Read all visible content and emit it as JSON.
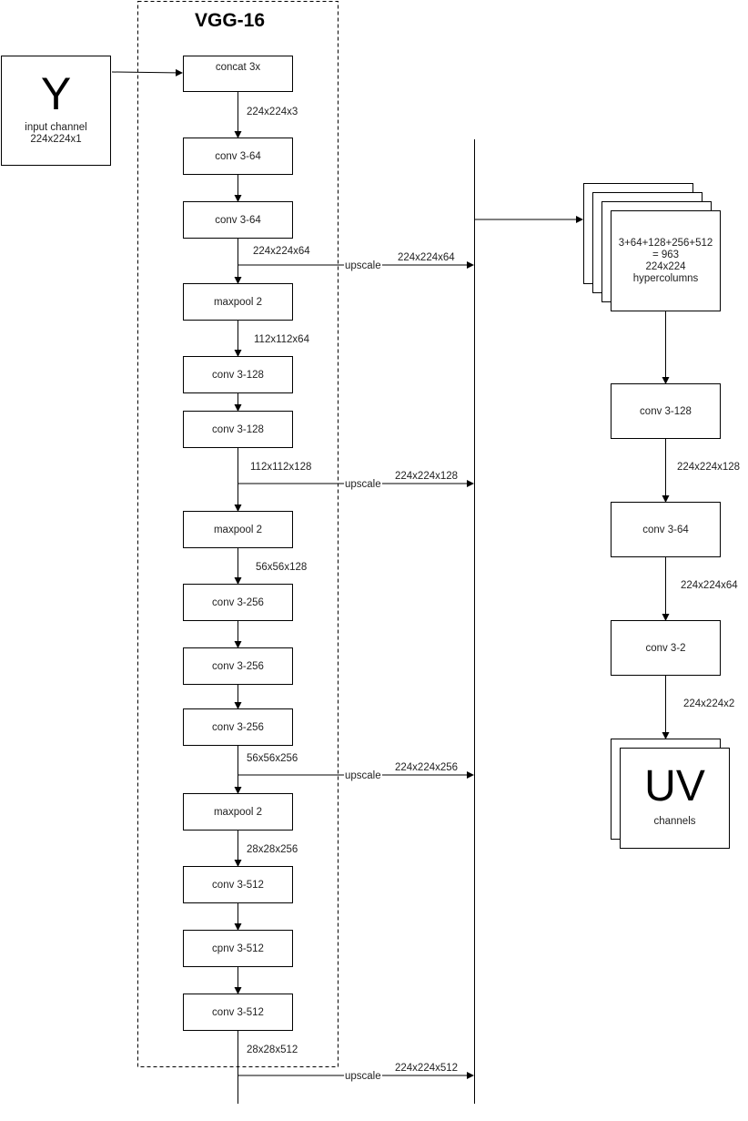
{
  "title": "VGG-16",
  "input": {
    "letter": "Y",
    "line1": "input channel",
    "line2": "224x224x1"
  },
  "vgg_layers": [
    "concat 3x",
    "conv 3-64",
    "conv 3-64",
    "maxpool 2",
    "conv 3-128",
    "conv 3-128",
    "maxpool 2",
    "conv 3-256",
    "conv 3-256",
    "conv 3-256",
    "maxpool 2",
    "conv 3-512",
    "cpnv 3-512",
    "conv 3-512"
  ],
  "vgg_sizes": [
    "224x224x3",
    "224x224x64",
    "112x112x64",
    "112x112x128",
    "56x56x128",
    "56x56x256",
    "28x28x256",
    "28x28x512"
  ],
  "upscale_label": "upscale",
  "upscale_sizes": [
    "224x224x64",
    "224x224x128",
    "224x224x256",
    "224x224x512"
  ],
  "hypercolumns": {
    "line1": "3+64+128+256+512",
    "line2": "= 963",
    "line3": "224x224",
    "line4": "hypercolumns"
  },
  "head_layers": [
    "conv 3-128",
    "conv 3-64",
    "conv 3-2"
  ],
  "head_sizes": [
    "224x224x128",
    "224x224x64",
    "224x224x2"
  ],
  "output": {
    "letters": "UV",
    "label": "channels"
  }
}
